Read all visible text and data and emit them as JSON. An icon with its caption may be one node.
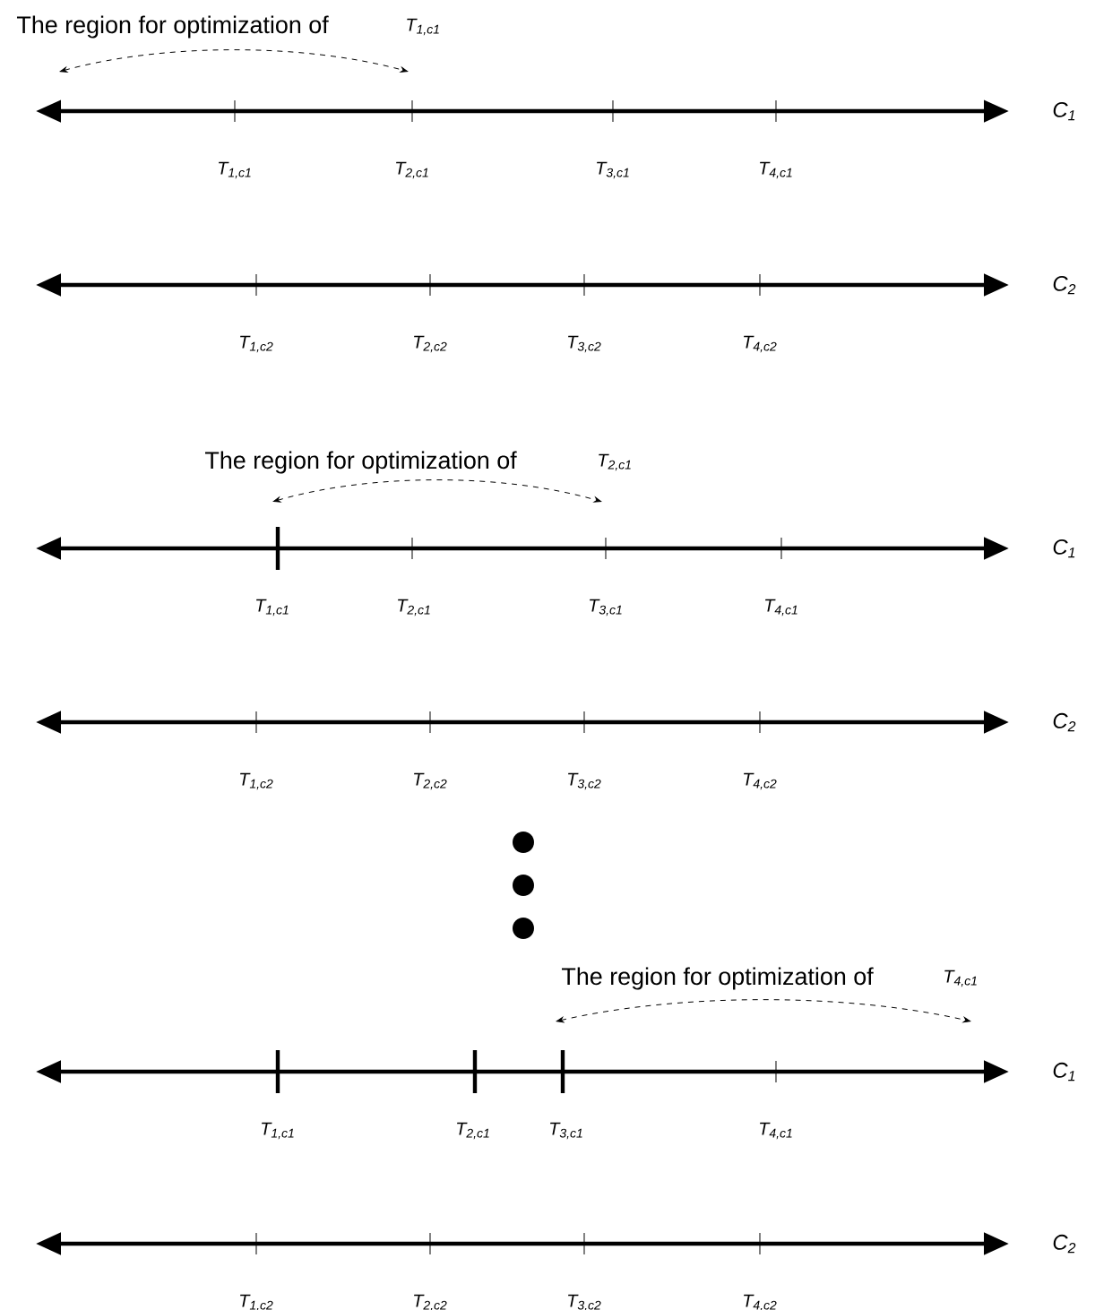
{
  "diagram": {
    "labels": [
      "The region for optimization of",
      "T$_{1,c1}$",
      "C$_{1}$",
      "T$_{1,c1}$",
      "T$_{2,c1}$",
      "T$_{3,c1}$",
      "T$_{4,c1}$",
      "C$_{2}$",
      "T$_{1,c2}$",
      "T$_{2,c2}$",
      "T$_{3,c2}$",
      "T$_{4,c2}$",
      "The region for optimization of",
      "T$_{2,c1}$",
      "C$_{1}$",
      "T$_{1,c1}$",
      "T$_{2,c1}$",
      "T$_{3,c1}$",
      "T$_{4,c1}$",
      "C$_{2}$",
      "T$_{1,c2}$",
      "T$_{2,c2}$",
      "T$_{3,c2}$",
      "T$_{4,c2}$",
      "The region for optimization of",
      "T$_{4,c1}$",
      "C$_{1}$",
      "T$_{1,c1}$",
      "T$_{2,c1}$",
      "T$_{3,c1}$",
      "T$_{4,c1}$",
      "C$_{2}$",
      "T$_{1,c2}$",
      "T$_{2,c2}$",
      "T$_{3,c2}$",
      "T$_{4,c2}$"
    ]
  }
}
